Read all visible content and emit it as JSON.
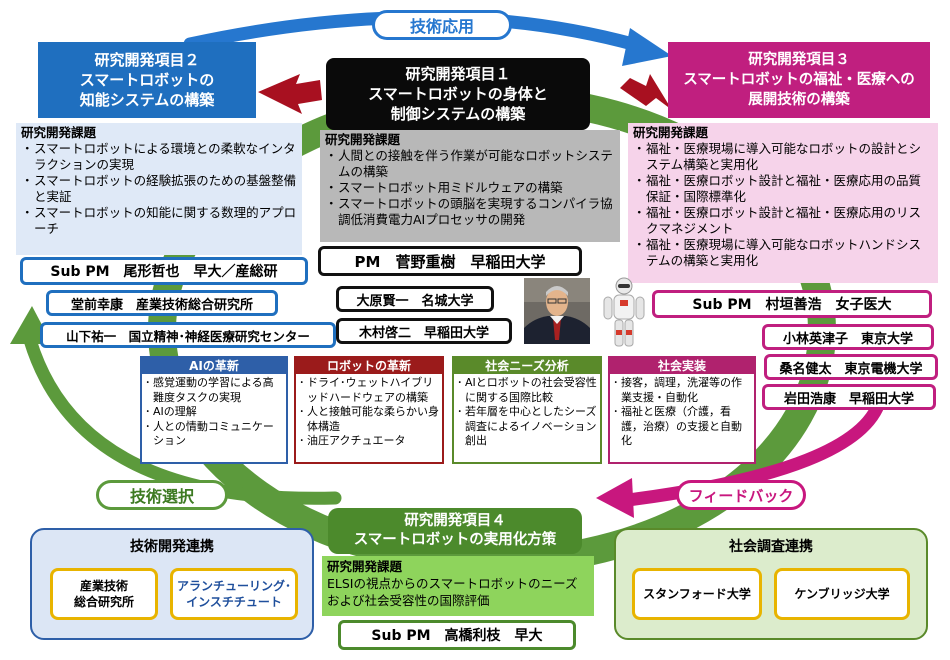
{
  "arrows": {
    "tech_application": "技術応用",
    "tech_selection": "技術選択",
    "feedback": "フィードバック"
  },
  "item1": {
    "title": [
      "研究開発項目１",
      "スマートロボットの身体と",
      "制御システムの構築"
    ],
    "topics_heading": "研究開発課題",
    "topics": [
      "人間との接触を伴う作業が可能なロボットシステムの構築",
      "スマートロボット用ミドルウェアの構築",
      "スマートロボットの頭脳を実現するコンパイラ協調低消費電力AIプロセッサの開発"
    ]
  },
  "item2": {
    "title": [
      "研究開発項目２",
      "スマートロボットの",
      "知能システムの構築"
    ],
    "topics_heading": "研究開発課題",
    "topics": [
      "スマートロボットによる環境との柔軟なインタラクションの実現",
      "スマートロボットの経験拡張のための基盤整備と実証",
      "スマートロボットの知能に関する数理的アプローチ"
    ]
  },
  "item3": {
    "title": [
      "研究開発項目３",
      "スマートロボットの福祉・医療への",
      "展開技術の構築"
    ],
    "topics_heading": "研究開発課題",
    "topics": [
      "福祉・医療現場に導入可能なロボットの設計とシステム構築と実用化",
      "福祉・医療ロボット設計と福祉・医療応用の品質保証・国際標準化",
      "福祉・医療ロボット設計と福祉・医療応用のリスクマネジメント",
      "福祉・医療現場に導入可能なロボットハンドシステムの構築と実用化"
    ]
  },
  "item4": {
    "title": [
      "研究開発項目４",
      "スマートロボットの実用化方策"
    ],
    "topics_heading": "研究開発課題",
    "topic_text": "ELSIの視点からのスマートロボットのニーズおよび社会受容性の国際評価"
  },
  "people": {
    "pm": "PM　菅野重樹　早稲田大学",
    "sub_pm_left": "Sub PM　尾形哲也　早大／産総研",
    "left_1": "堂前幸康　産業技術総合研究所",
    "left_2": "山下祐一　国立精神･神経医療研究センター",
    "center_1": "大原賢一　名城大学",
    "center_2": "木村啓二　早稲田大学",
    "sub_pm_right": "Sub PM　村垣善浩　女子医大",
    "right_1": "小林英津子　東京大学",
    "right_2": "桑名健太　東京電機大学",
    "right_3": "岩田浩康　早稲田大学",
    "sub_pm_bottom": "Sub PM　高橋利枝　早大"
  },
  "innovations": [
    {
      "title": "AIの革新",
      "color": "#2e5fa8",
      "items": [
        "感覚運動の学習による高難度タスクの実現",
        "AIの理解",
        "人との情動コミュニケーション"
      ]
    },
    {
      "title": "ロボットの革新",
      "color": "#9b1b1b",
      "items": [
        "ドライ･ウェットハイブリッドハードウェアの構築",
        "人と接触可能な柔らかい身体構造",
        "油圧アクチュエータ"
      ]
    },
    {
      "title": "社会ニーズ分析",
      "color": "#5a8a2a",
      "items": [
        "AIとロボットの社会受容性に関する国際比較",
        "若年層を中心としたシーズ調査によるイノベーション創出"
      ]
    },
    {
      "title": "社会実装",
      "color": "#b0226e",
      "items": [
        "接客，調理，洗濯等の作業支援・自動化",
        "福祉と医療（介護，看護，治療）の支援と自動化"
      ]
    }
  ],
  "tech_collab": {
    "title": "技術開発連携",
    "partners": [
      [
        "産業技術",
        "総合研究所"
      ],
      [
        "アランチューリング･",
        "インスチチュート"
      ]
    ]
  },
  "social_collab": {
    "title": "社会調査連携",
    "partners": [
      "スタンフォード大学",
      "ケンブリッジ大学"
    ]
  },
  "colors": {
    "item1": "#0a0a0a",
    "item2": "#1f6fbf",
    "item3": "#c01f7f",
    "item4": "#4c8a2c",
    "arc_blue": "#2677cf",
    "arc_green": "#5c9a3c",
    "arc_magenta": "#c8177e",
    "red_arrow": "#a81020"
  }
}
